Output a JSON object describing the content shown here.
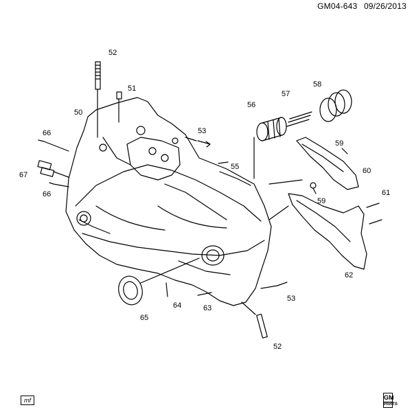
{
  "header": {
    "diagram_id": "GM04-643",
    "date": "09/26/2013"
  },
  "callouts": {
    "c52_top": "52",
    "c51": "51",
    "c50": "50",
    "c66_top": "66",
    "c67": "67",
    "c66_bottom": "66",
    "c53_top": "53",
    "c55": "55",
    "c56": "56",
    "c57": "57",
    "c58": "58",
    "c59_top": "59",
    "c60": "60",
    "c59_bottom": "59",
    "c61": "61",
    "c62": "62",
    "c53_bottom": "53",
    "c63": "63",
    "c64": "64",
    "c65": "65",
    "c52_bottom": "52"
  },
  "footer": {
    "artist_initials": "mf",
    "logo_text": "GM",
    "logo_subtext": "PARTS"
  }
}
